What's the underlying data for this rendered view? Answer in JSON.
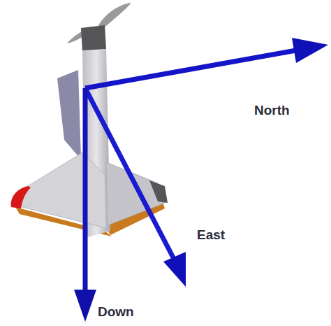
{
  "diagram": {
    "labels": [
      "North",
      "East",
      "Down"
    ]
  }
}
